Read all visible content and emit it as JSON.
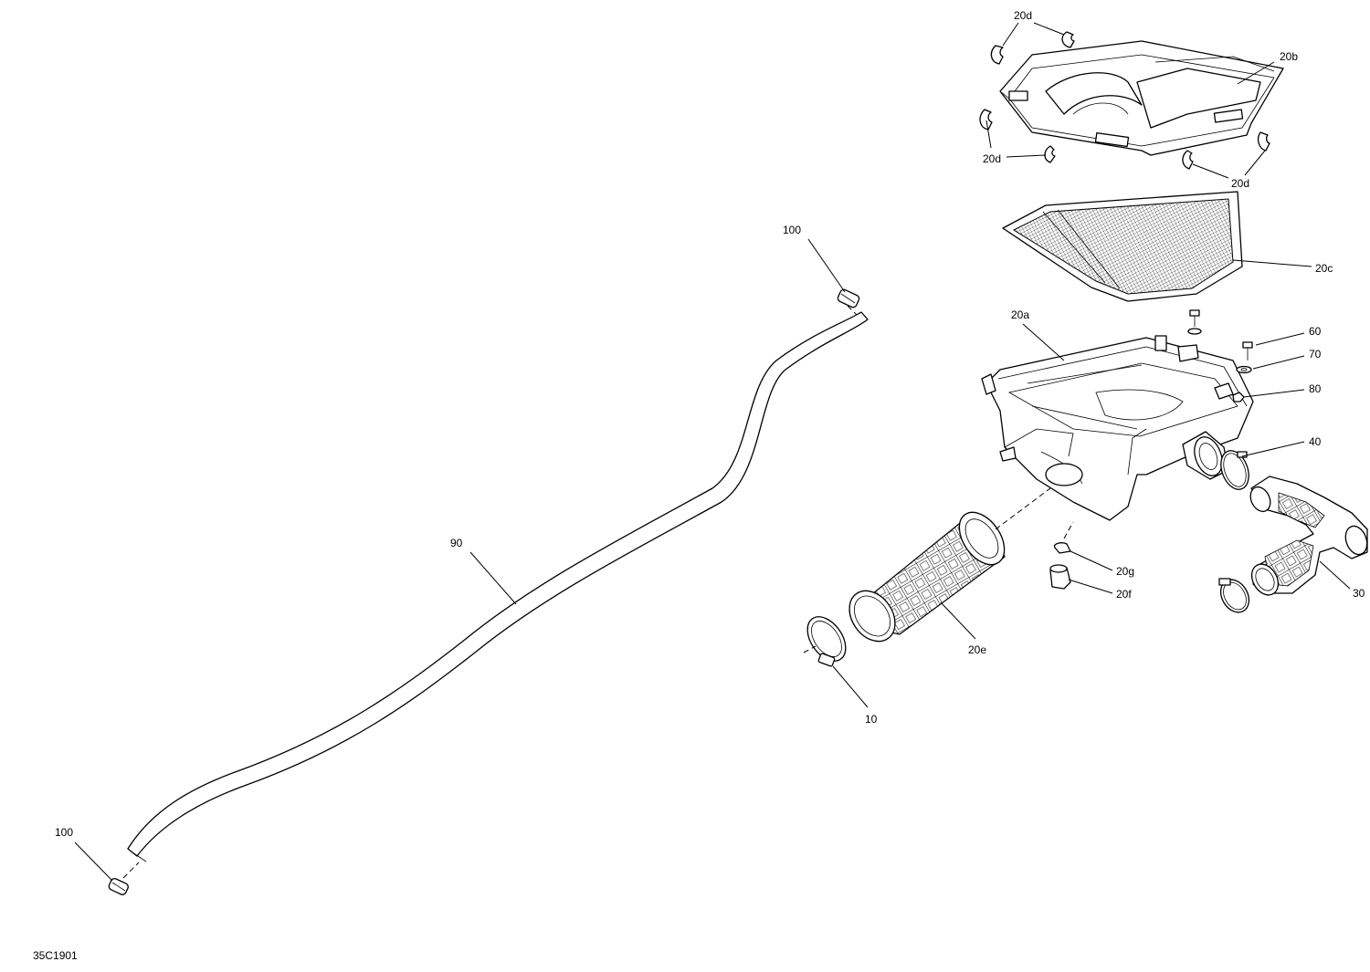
{
  "diagram": {
    "drawing_number": "35C1901",
    "callouts": {
      "c_20d_top": "20d",
      "c_20b": "20b",
      "c_20d_left": "20d",
      "c_20d_right": "20d",
      "c_20c": "20c",
      "c_20a": "20a",
      "c_60": "60",
      "c_70": "70",
      "c_80": "80",
      "c_40": "40",
      "c_100_top": "100",
      "c_90": "90",
      "c_20g": "20g",
      "c_20f": "20f",
      "c_30": "30",
      "c_20e": "20e",
      "c_10": "10",
      "c_100_bottom": "100"
    }
  }
}
